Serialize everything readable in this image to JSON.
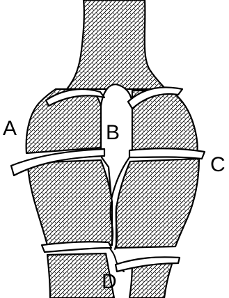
{
  "labels": {
    "a": "A",
    "b": "B",
    "c": "C",
    "d": "D"
  },
  "colors": {
    "ink": "#000000",
    "background": "#ffffff"
  }
}
